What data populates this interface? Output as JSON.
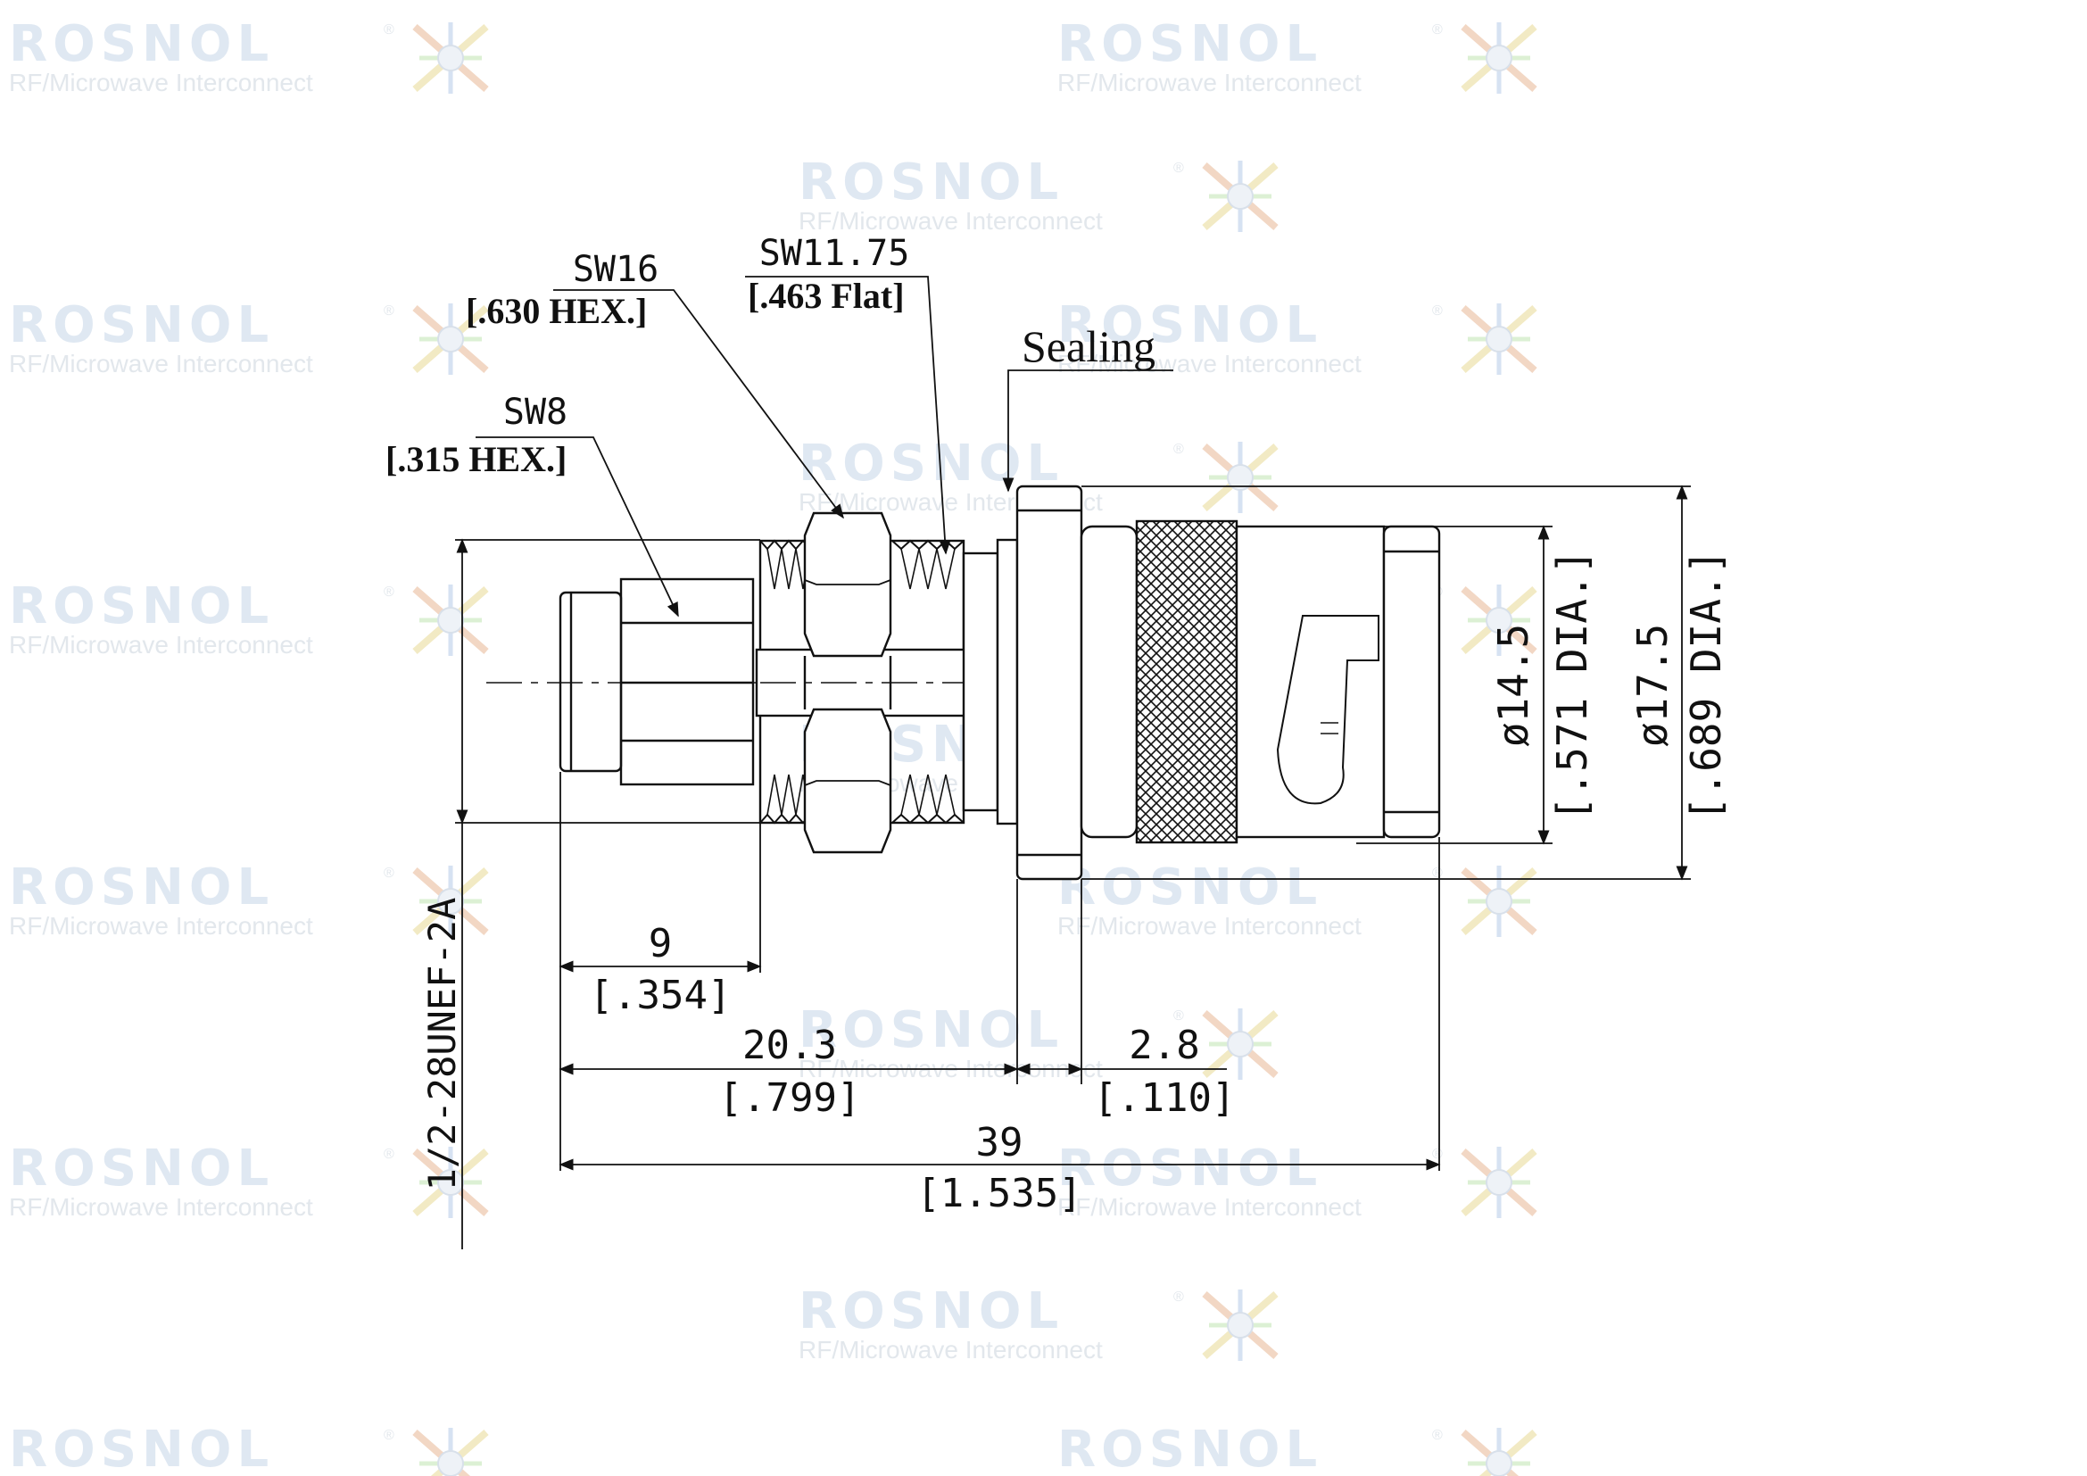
{
  "watermark": {
    "brand": "ROSNOL",
    "registered_mark": "®",
    "tagline": "RF/Microwave Interconnect",
    "logo_icon": "rosnol-star-logo-icon"
  },
  "callouts": {
    "sw16": {
      "size": "SW16",
      "inch": "[.630 HEX.]"
    },
    "sw11_75": {
      "size": "SW11.75",
      "inch": "[.463 Flat]"
    },
    "sw8": {
      "size": "SW8",
      "inch": "[.315 HEX.]"
    },
    "sealing": "Sealing"
  },
  "dimensions": {
    "d9": {
      "mm": "9",
      "inch": "[.354]"
    },
    "d20_3": {
      "mm": "20.3",
      "inch": "[.799]"
    },
    "d2_8": {
      "mm": "2.8",
      "inch": "[.110]"
    },
    "d39": {
      "mm": "39",
      "inch": "[1.535]"
    },
    "dia14_5": {
      "mm": "ø14.5",
      "inch": "[.571 DIA.]"
    },
    "dia17_5": {
      "mm": "ø17.5",
      "inch": "[.689 DIA.]"
    },
    "thread": "1/2-28UNEF-2A"
  }
}
